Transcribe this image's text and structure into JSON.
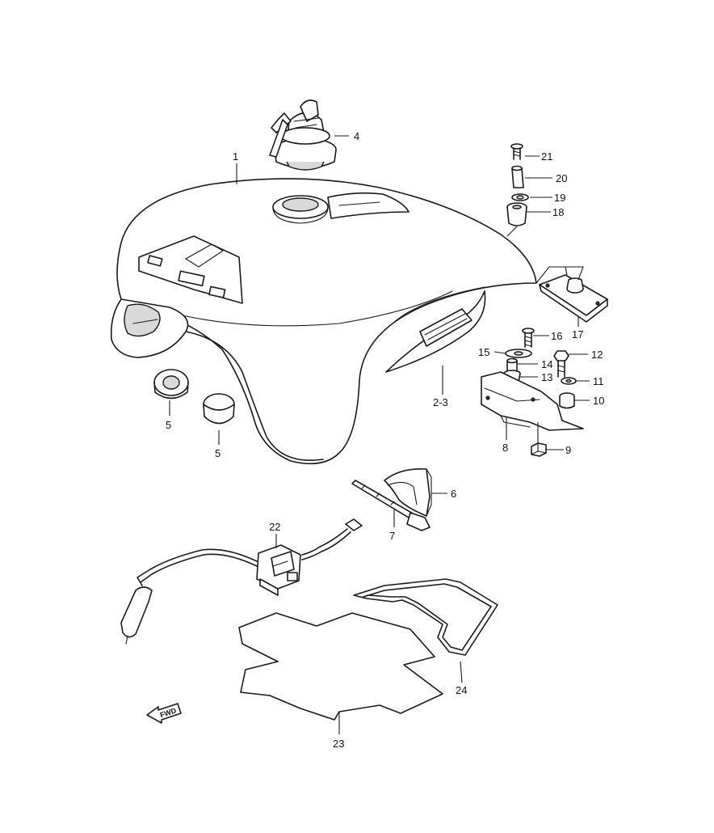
{
  "callouts": {
    "p1": "1",
    "p2_3": "2-3",
    "p4": "4",
    "p5a": "5",
    "p5b": "5",
    "p6": "6",
    "p7": "7",
    "p8": "8",
    "p9": "9",
    "p10": "10",
    "p11": "11",
    "p12": "12",
    "p13": "13",
    "p14": "14",
    "p15": "15",
    "p16": "16",
    "p17": "17",
    "p18": "18",
    "p19": "19",
    "p20": "20",
    "p21": "21",
    "p22": "22",
    "p23": "23",
    "p24": "24"
  },
  "fwd_label": "FWD",
  "colors": {
    "line": "#1a1a1a",
    "background": "#ffffff",
    "shade": "#d9d9d9"
  }
}
